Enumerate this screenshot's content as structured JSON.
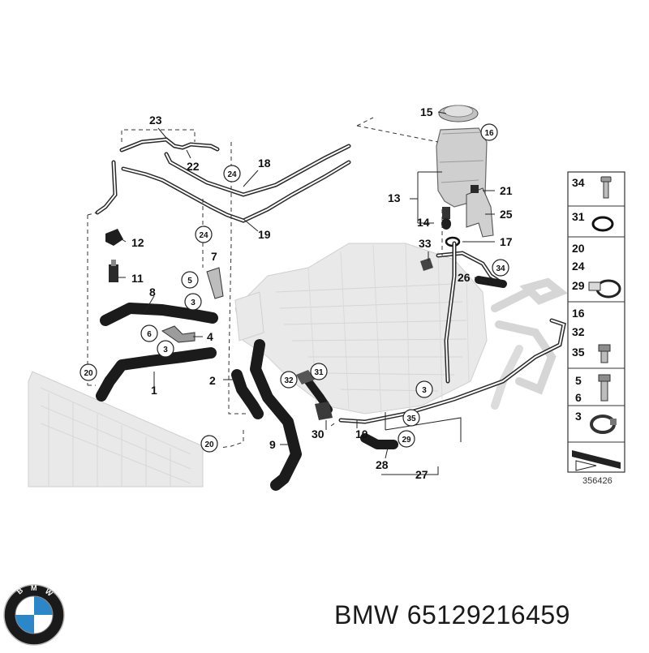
{
  "diagram": {
    "callouts": [
      "1",
      "2",
      "3",
      "4",
      "5",
      "6",
      "7",
      "8",
      "9",
      "10",
      "11",
      "12",
      "13",
      "14",
      "15",
      "16",
      "17",
      "18",
      "19",
      "20",
      "21",
      "22",
      "23",
      "24",
      "25",
      "26",
      "27",
      "28",
      "29",
      "30",
      "31",
      "32",
      "33",
      "34",
      "35"
    ],
    "circled": [
      "3",
      "5",
      "6",
      "16",
      "20",
      "24",
      "29",
      "31",
      "32",
      "34",
      "35"
    ],
    "legend": {
      "rows": [
        {
          "labels": [
            "34"
          ],
          "icon": "bolt-icon"
        },
        {
          "labels": [
            "31"
          ],
          "icon": "o-ring-icon"
        },
        {
          "labels": [
            "20",
            "24",
            "29"
          ],
          "icon": "hose-clamp-icon"
        },
        {
          "labels": [
            "16",
            "32",
            "35"
          ],
          "icon": "hex-bolt-icon"
        },
        {
          "labels": [
            "5",
            "6"
          ],
          "icon": "hex-bolt-icon"
        },
        {
          "labels": [
            "3"
          ],
          "icon": "band-clamp-icon"
        },
        {
          "labels": [],
          "icon": "gasket-arrow-icon"
        }
      ]
    },
    "diagram_number": "356426"
  },
  "logo": {
    "letters": "BMW"
  },
  "product": {
    "brand": "BMW",
    "part_number": "65129216459"
  }
}
